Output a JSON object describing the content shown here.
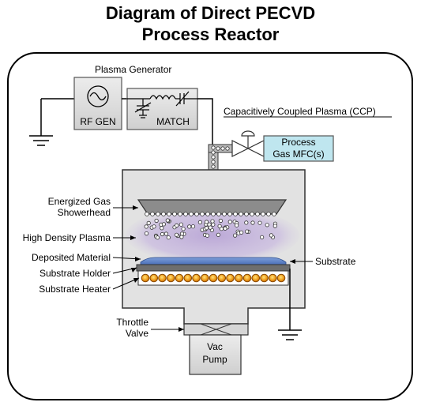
{
  "title_line1": "Diagram of Direct PECVD",
  "title_line2": "Process Reactor",
  "labels": {
    "plasma_generator": "Plasma Generator",
    "rf_gen": "RF GEN",
    "match": "MATCH",
    "ccp": "Capacitively Coupled Plasma (CCP)",
    "mfc_line1": "Process",
    "mfc_line2": "Gas MFC(s)",
    "showerhead_line1": "Energized Gas",
    "showerhead_line2": "Showerhead",
    "plasma": "High Density Plasma",
    "deposited": "Deposited Material",
    "substrate": "Substrate",
    "holder": "Substrate Holder",
    "heater": "Substrate Heater",
    "throttle_line1": "Throttle",
    "throttle_line2": "Valve",
    "vac_line1": "Vac",
    "vac_line2": "Pump"
  },
  "colors": {
    "chamber": "#e2e2e2",
    "plasma": "#b9a5d6",
    "mfc_box": "#bfe6ef",
    "heater_element": "#f0a020"
  }
}
